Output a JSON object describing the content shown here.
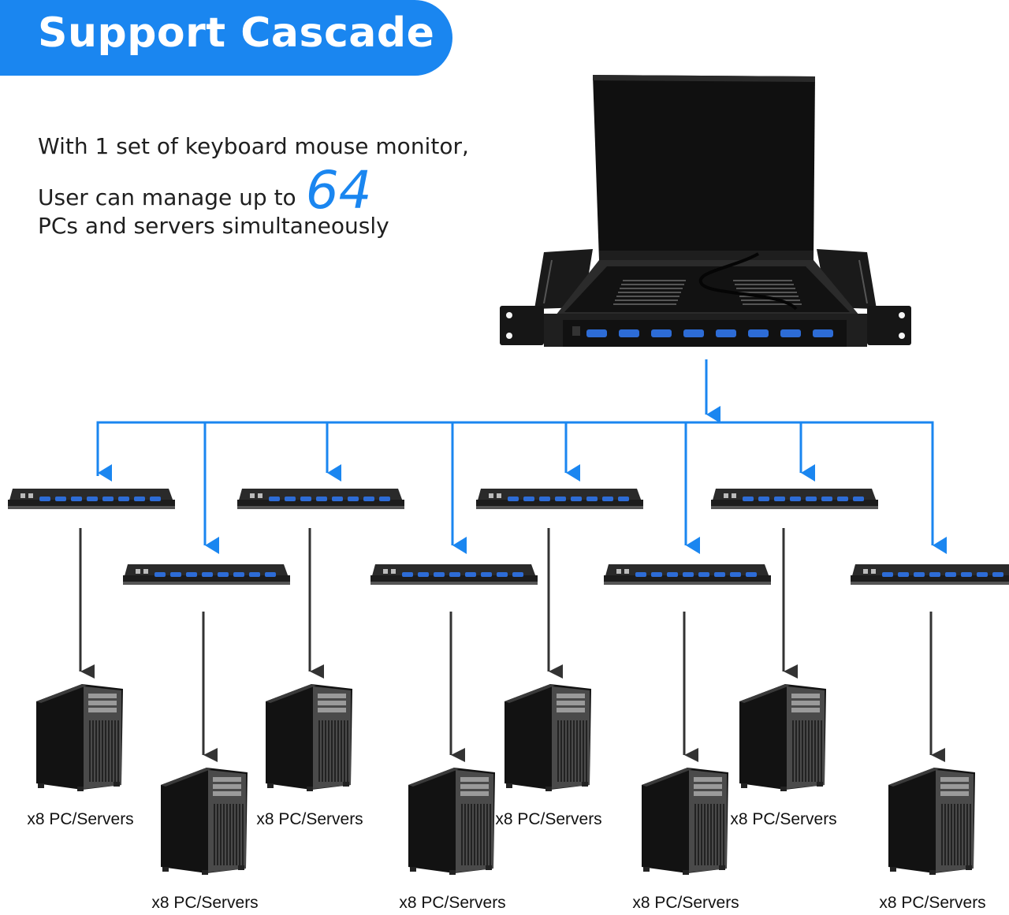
{
  "header": {
    "title": "Support Cascade"
  },
  "intro": {
    "line1": "With 1 set of keyboard mouse monitor,",
    "line2": "User can manage up to",
    "highlight": "64",
    "line3": "PCs and servers simultaneously"
  },
  "server_label": "x8 PC/Servers",
  "colors": {
    "accent": "#1a86f0",
    "arrow_dark": "#333333",
    "device": "#1c1c1c",
    "port": "#2d6cd6"
  },
  "icons": {
    "console": "rackmount-lcd-kvm-console",
    "switch": "kvm-switch-icon",
    "tower": "server-tower-icon"
  }
}
